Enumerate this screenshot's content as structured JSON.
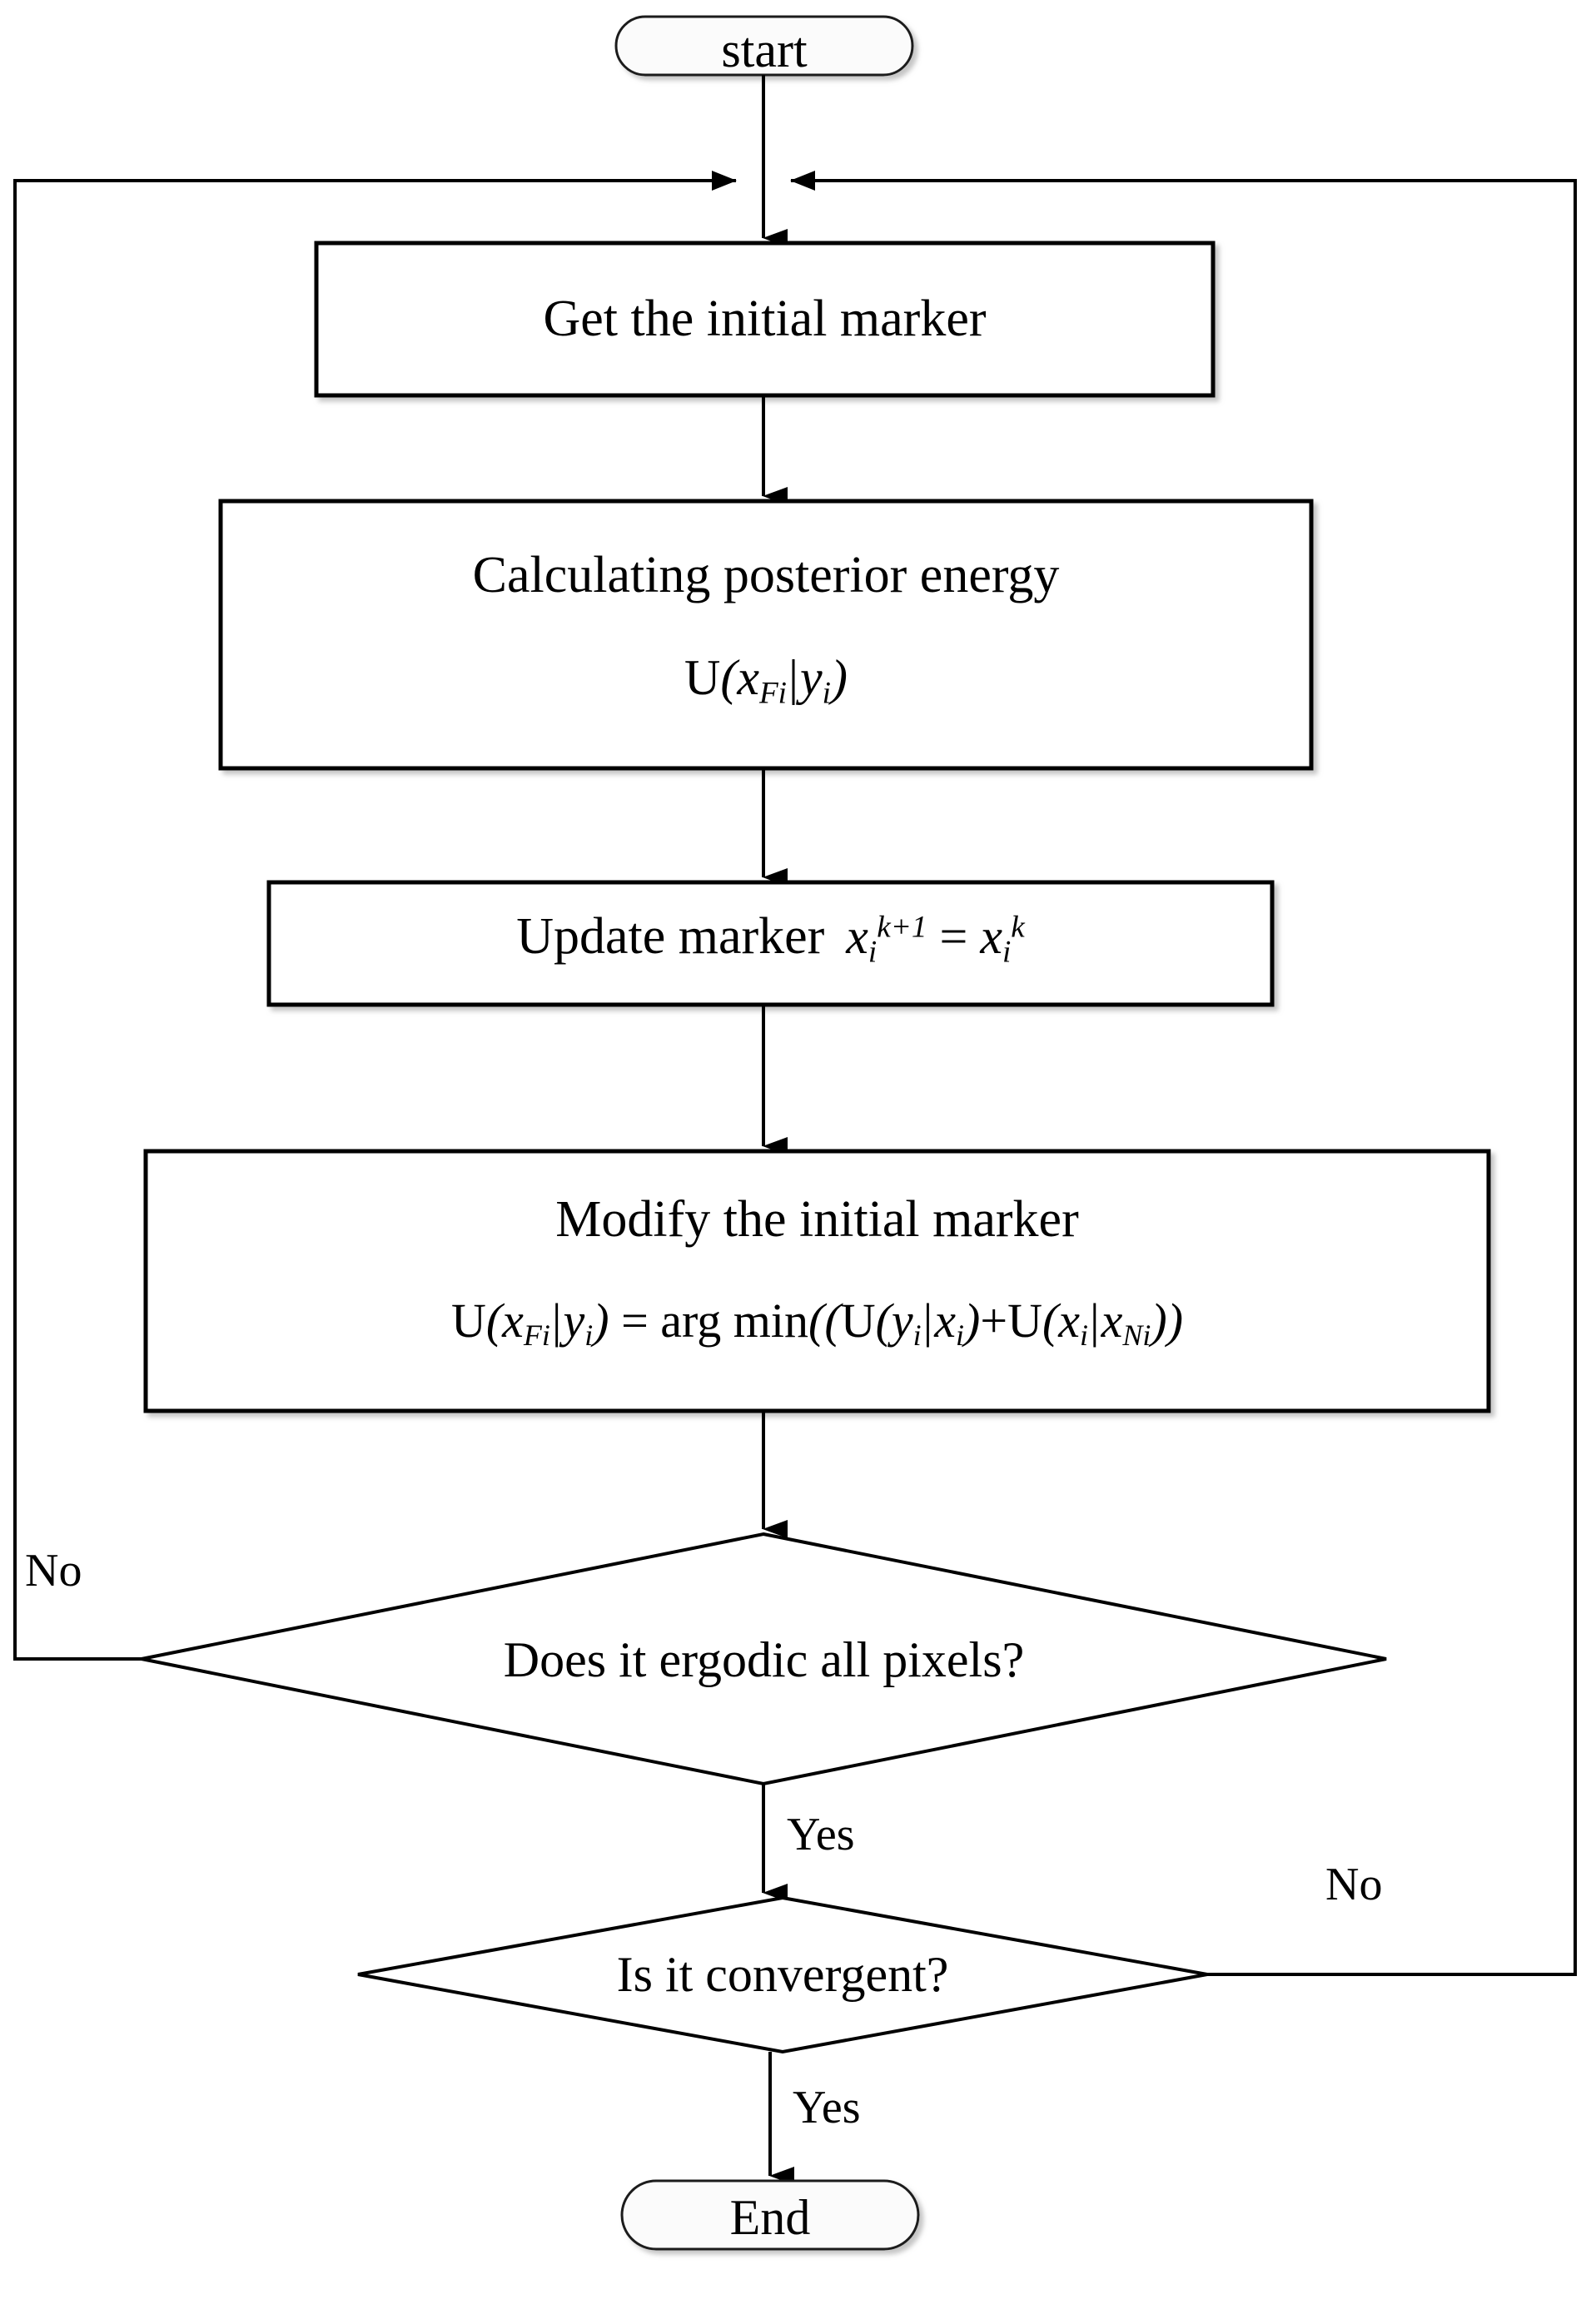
{
  "diagram": {
    "type": "flowchart",
    "title": "ICM marker optimization flowchart",
    "background_color": "#ffffff",
    "line_color": "#000000",
    "text_color": "#000000"
  },
  "nodes": {
    "start": {
      "label": "start",
      "shape": "terminator"
    },
    "get_initial_marker": {
      "label": "Get the initial marker",
      "shape": "process"
    },
    "calc_energy": {
      "label_line1": "Calculating posterior energy",
      "formula_parts": {
        "u": "U",
        "open": "(",
        "x": "x",
        "sub1": "Fi",
        "bar": "|",
        "y": "y",
        "sub2": "i",
        "close": ")"
      },
      "formula_text": "U(xFi|yi)",
      "shape": "process"
    },
    "update_marker": {
      "label": "Update marker",
      "formula_parts": {
        "x1": "x",
        "sub1": "i",
        "sup1": "k+1",
        "eq": "=",
        "x2": "x",
        "sub2": "i",
        "sup2": "k"
      },
      "formula_text": "xi^{k+1} = xi^{k}",
      "shape": "process"
    },
    "modify_marker": {
      "label_line1": "Modify the initial marker",
      "formula_text": "U(xFi|yi) = arg min((U(yi|xi)+U(xi|xNi))",
      "formula_parts": {
        "u1": "U",
        "x1": "x",
        "x1sub": "Fi",
        "y1": "y",
        "y1sub": "i",
        "eq": "=",
        "argmin": "arg min",
        "u2": "U",
        "y2": "y",
        "y2sub": "i",
        "x2": "x",
        "x2sub": "i",
        "plus": "+",
        "u3": "U",
        "x3": "x",
        "x3sub": "i",
        "x4": "x",
        "x4sub": "Ni"
      },
      "shape": "process"
    },
    "decision_ergodic": {
      "label": "Does it ergodic all pixels?",
      "shape": "decision"
    },
    "decision_convergent": {
      "label": "Is it convergent?",
      "shape": "decision"
    },
    "end": {
      "label": "End",
      "shape": "terminator"
    }
  },
  "edge_labels": {
    "ergodic_no": "No",
    "ergodic_yes": "Yes",
    "convergent_no": "No",
    "convergent_yes": "Yes"
  }
}
